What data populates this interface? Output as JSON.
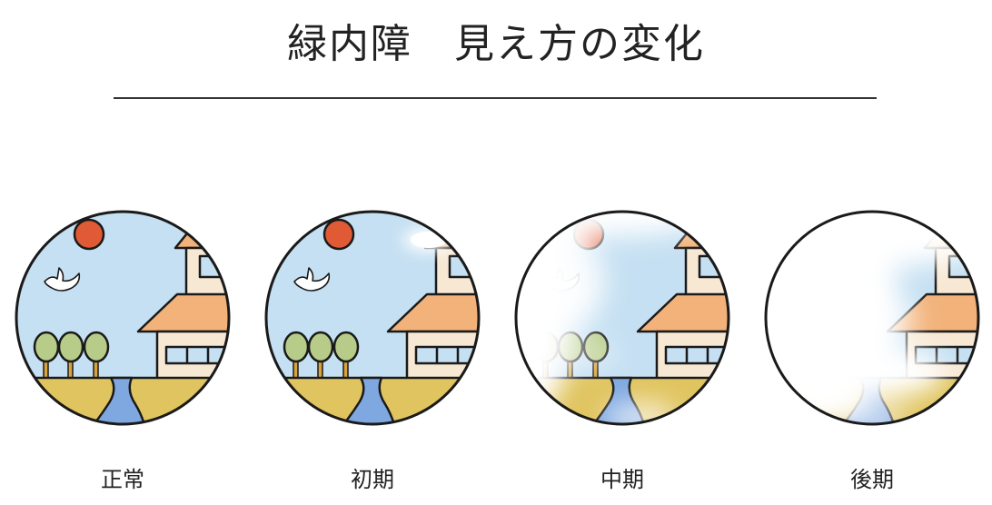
{
  "title": "緑内障　見え方の変化",
  "stages": [
    {
      "label": "正常",
      "severity": "none"
    },
    {
      "label": "初期",
      "severity": "early"
    },
    {
      "label": "中期",
      "severity": "middle"
    },
    {
      "label": "後期",
      "severity": "late"
    }
  ],
  "colors": {
    "sky": "#c5e0f2",
    "sun": "#e05a35",
    "roof": "#f2b27a",
    "wall": "#f7e8d4",
    "ground": "#e0c45f",
    "river": "#7fa8e0",
    "tree": "#b6cc88",
    "trunk": "#d9a23a",
    "outline": "#1a1a1a"
  }
}
